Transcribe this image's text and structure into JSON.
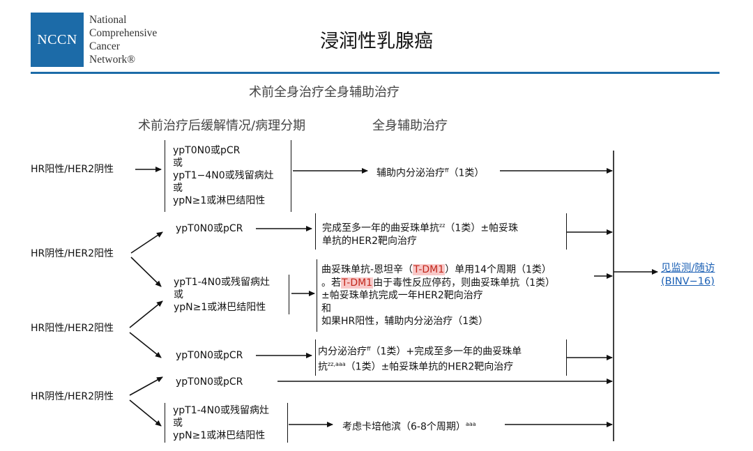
{
  "header": {
    "logo_abbr": "NCCN",
    "logo_lines": [
      "National",
      "Comprehensive",
      "Cancer",
      "Network®"
    ],
    "page_title": "浸润性乳腺癌"
  },
  "section_title": "术前全身治疗全身辅助治疗",
  "column_headers": [
    "术前治疗后缓解情况/病理分期",
    "全身辅助治疗"
  ],
  "groups": {
    "hr_pos_her2_neg": "HR阳性/HER2阴性",
    "hr_neg_her2_pos": "HR阴性/HER2阳性",
    "hr_pos_her2_pos": "HR阳性/HER2阳性",
    "hr_neg_her2_neg": "HR阴性/HER2阴性"
  },
  "stages": {
    "s1": [
      "ypT0N0或pCR",
      "或",
      "ypT1−4N0或残留病灶",
      "或",
      "ypN≥1或淋巴结阳性"
    ],
    "s2": "ypT0N0或pCR",
    "s3": [
      "ypT1-4N0或残留病灶",
      "或",
      "ypN≥1或淋巴结阳性"
    ],
    "s4": "ypT0N0或pCR",
    "s5": "ypT0N0或pCR",
    "s6": [
      "ypT1-4N0或残留病灶",
      "或",
      "ypN≥1或淋巴结阳性"
    ]
  },
  "treatments": {
    "t1": {
      "text": "辅助内分泌治疗",
      "sup": "ff",
      "tail": "（1类）"
    },
    "t2": {
      "line1": "完成至多一年的曲妥珠单抗",
      "sup": "zz",
      "line1_tail": "（1类）±帕妥珠",
      "line2": "单抗的HER2靶向治疗"
    },
    "t3": {
      "a1": "曲妥珠单抗-恩坦辛（",
      "hl1": "T-DM1",
      "a2": "）单用14个周期（1类）",
      "b1": "。若",
      "hl2": "T-DM1",
      "b2": "由于毒性反应停药，则曲妥珠单抗（1类）",
      "c": "±帕妥珠单抗完成一年HER2靶向治疗",
      "d": "和",
      "e": "如果HR阳性，辅助内分泌治疗（1类）"
    },
    "t4": {
      "a1": "内分泌治疗",
      "sup1": "ff",
      "a2": "（1类）+完成至多一年的曲妥珠单",
      "b1": "抗",
      "sup2": "zz,aaa",
      "b2": "（1类）±帕妥珠单抗的HER2靶向治疗"
    },
    "t6": {
      "text": "考虑卡培他滨（6-8个周期）",
      "sup": "aaa"
    }
  },
  "link": {
    "line1": "见监测/随访",
    "line2": "(BINV−16)",
    "color": "#1a5fb4"
  },
  "colors": {
    "brand": "#1c6ba8",
    "highlight_bg": "#f8c8c8",
    "highlight_fg": "#c2261a"
  }
}
